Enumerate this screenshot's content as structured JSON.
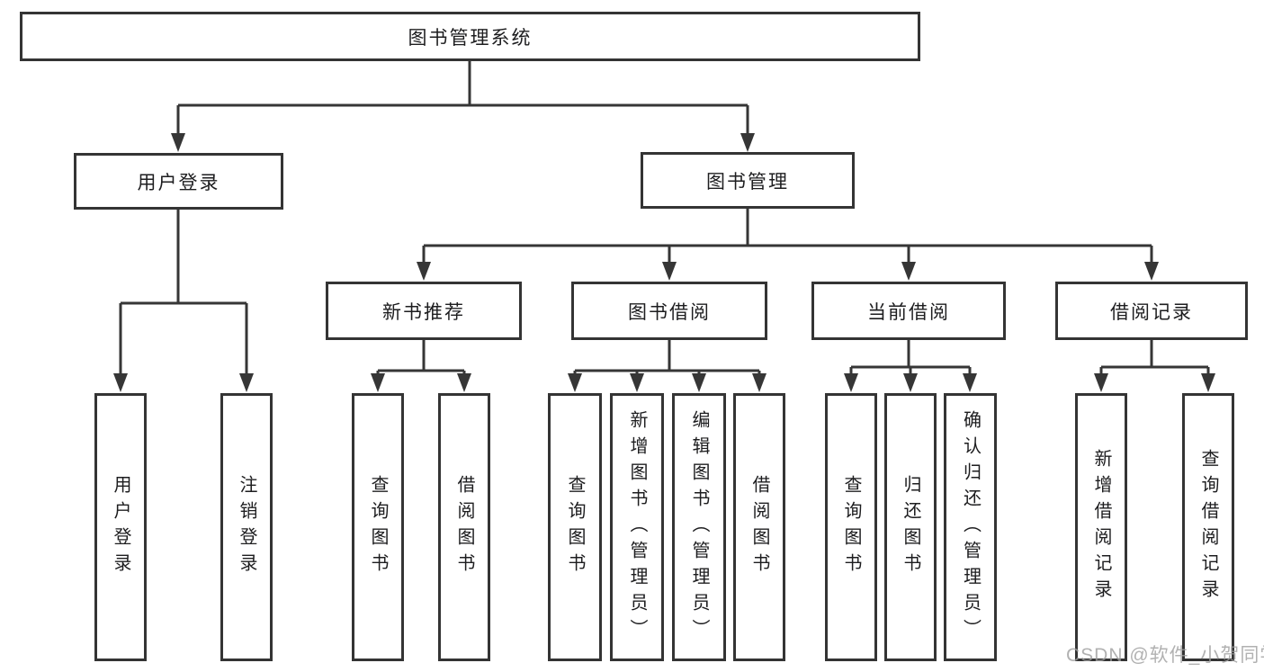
{
  "diagram_type": "hierarchy-tree",
  "tree": {
    "root": {
      "label": "图书管理系统"
    },
    "children": [
      {
        "label": "用户登录",
        "children": [
          {
            "label": "用户登录"
          },
          {
            "label": "注销登录"
          }
        ]
      },
      {
        "label": "图书管理",
        "children": [
          {
            "label": "新书推荐",
            "children": [
              {
                "label": "查询图书"
              },
              {
                "label": "借阅图书"
              }
            ]
          },
          {
            "label": "图书借阅",
            "children": [
              {
                "label": "查询图书"
              },
              {
                "label": "新增图书（管理员）"
              },
              {
                "label": "编辑图书（管理员）"
              },
              {
                "label": "借阅图书"
              }
            ]
          },
          {
            "label": "当前借阅",
            "children": [
              {
                "label": "查询图书"
              },
              {
                "label": "归还图书"
              },
              {
                "label": "确认归还（管理员）"
              }
            ]
          },
          {
            "label": "借阅记录",
            "children": [
              {
                "label": "新增借阅记录"
              },
              {
                "label": "查询借阅记录"
              }
            ]
          }
        ]
      }
    ]
  },
  "watermark": {
    "text": "CSDN @软件_小贺同学"
  },
  "colors": {
    "line": "#363636",
    "box_border": "#343434",
    "text": "#1d1d1f",
    "watermark": "#9e9e9e",
    "background": "#ffffff"
  }
}
